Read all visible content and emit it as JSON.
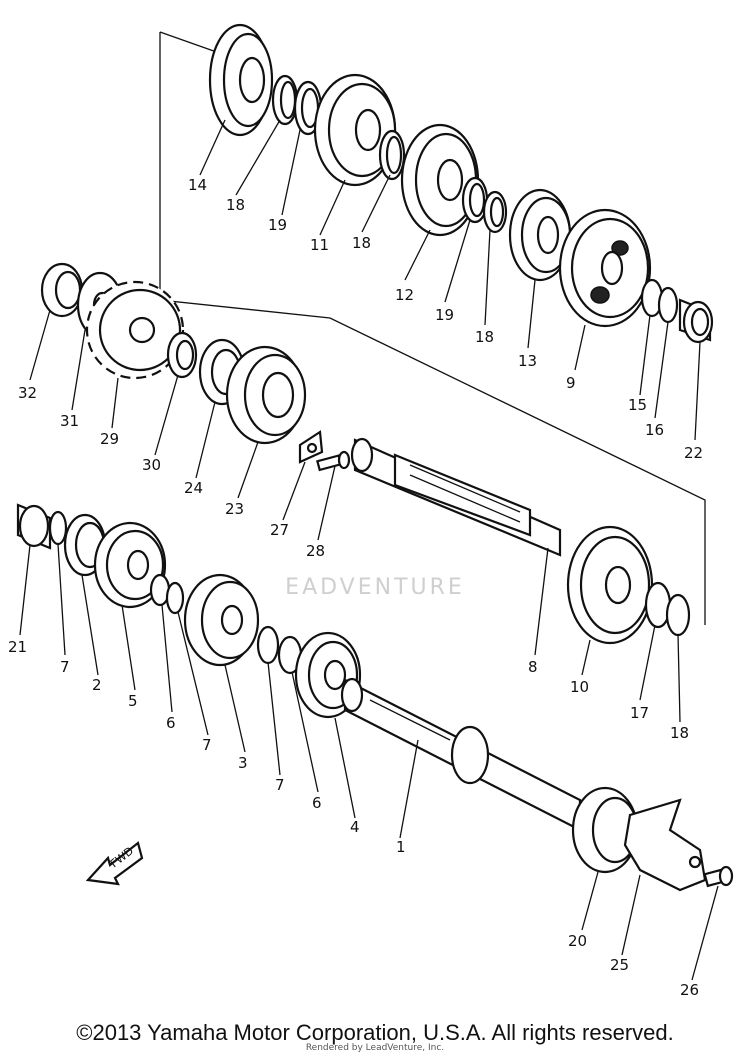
{
  "watermark": "EADVENTURE",
  "copyright": "©2013 Yamaha Motor Corporation, U.S.A. All rights reserved.",
  "footnote": "Rendered by LeadVenture, Inc.",
  "fwd_label": "FWD",
  "callouts": {
    "c14": "14",
    "c18a": "18",
    "c19a": "19",
    "c11": "11",
    "c18b": "18",
    "c12": "12",
    "c19b": "19",
    "c18c": "18",
    "c13": "13",
    "c9": "9",
    "c15": "15",
    "c16": "16",
    "c22": "22",
    "c32": "32",
    "c31": "31",
    "c29": "29",
    "c30": "30",
    "c24": "24",
    "c23": "23",
    "c27": "27",
    "c28": "28",
    "c8": "8",
    "c10": "10",
    "c17": "17",
    "c18d": "18",
    "c21": "21",
    "c7a": "7",
    "c2": "2",
    "c5": "5",
    "c6a": "6",
    "c7b": "7",
    "c3": "3",
    "c7c": "7",
    "c6b": "6",
    "c4": "4",
    "c1": "1",
    "c20": "20",
    "c25": "25",
    "c26": "26"
  }
}
